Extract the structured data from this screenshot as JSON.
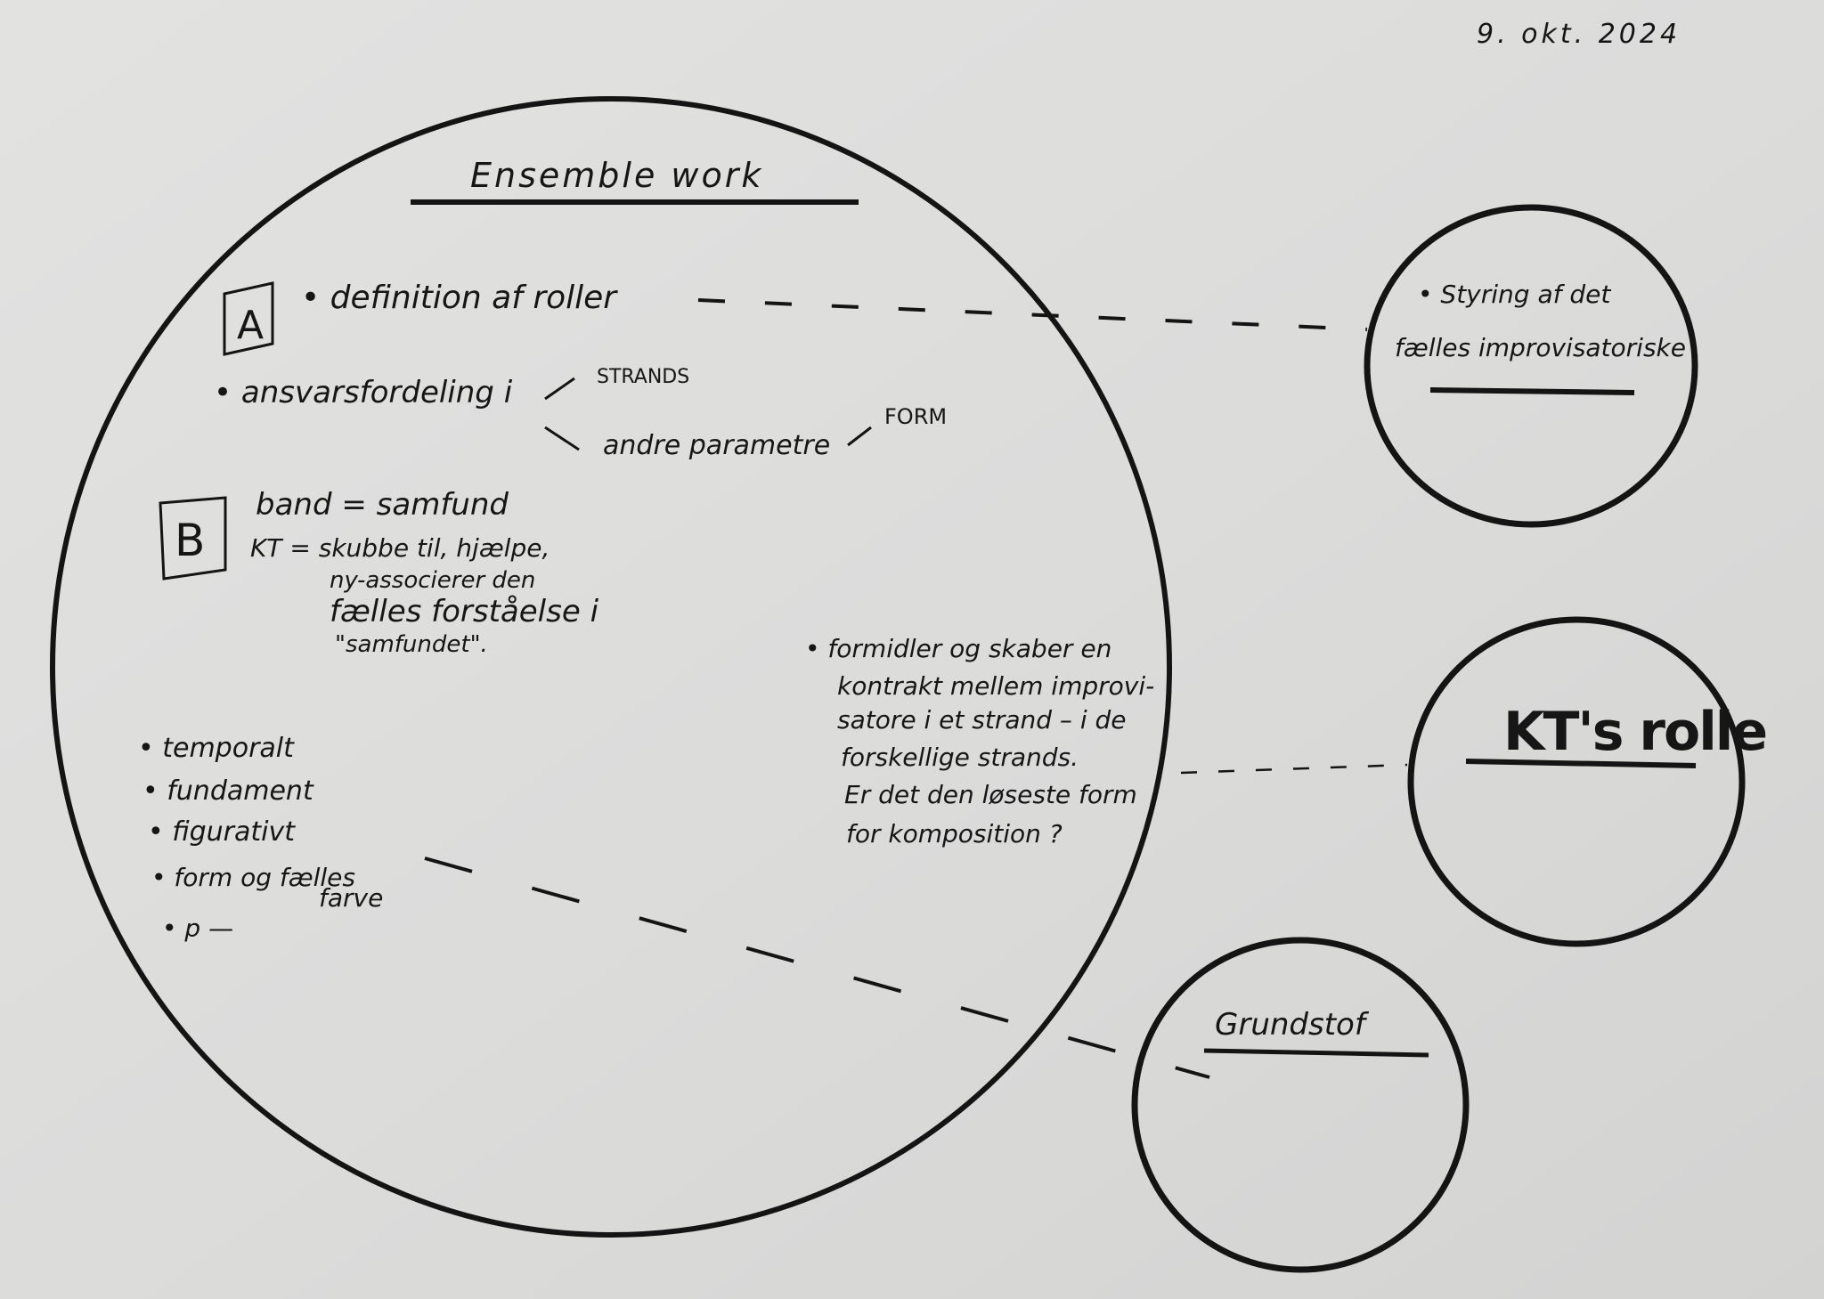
{
  "date": "9. okt. 2024",
  "main": {
    "title": "Ensemble work",
    "section_a": {
      "label": "A",
      "item1": "• definition af roller",
      "item2": "• ansvarsfordeling i",
      "branch1": "STRANDS",
      "branch2": "andre parametre",
      "branch2_sub": "FORM"
    },
    "section_b": {
      "label": "B",
      "line1": "band = samfund",
      "line2": "KT = skubbe til, hjælpe,",
      "line3": "ny-associerer den",
      "line4": "fælles forståelse i",
      "line5": "\"samfundet\"."
    },
    "right_note": [
      "• formidler og skaber en",
      "kontrakt mellem improvi-",
      "satore i et strand – i de",
      "forskellige strands.",
      "Er det den løseste form",
      "for komposition ?"
    ],
    "list": {
      "item1": "• temporalt",
      "item2": "• fundament",
      "item3": "• figurativt",
      "item4": "• form og fælles",
      "item4_cont": "farve",
      "item5": "• p —"
    }
  },
  "circle_styring": {
    "line1": "• Styring af det",
    "line2": "fælles improvisatoriske"
  },
  "circle_kt": {
    "title": "KT's rolle"
  },
  "circle_grundstof": {
    "title": "Grundstof"
  }
}
